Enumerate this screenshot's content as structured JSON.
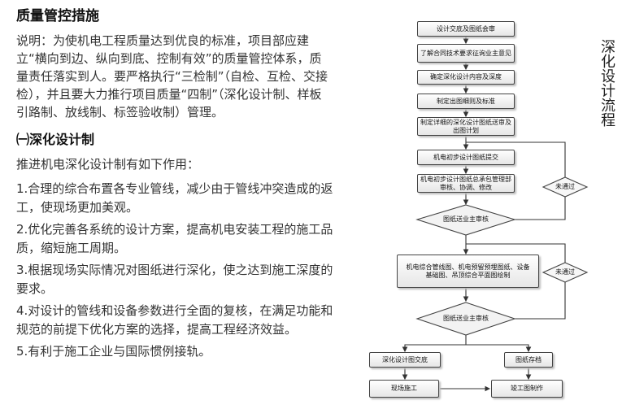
{
  "doc": {
    "title": "质量管控措施",
    "description": "说明：为使机电工程质量达到优良的标准，项目部应建立“横向到边、纵向到底、控制有效”的质量管控体系，质量责任落实到人。要严格执行“三检制”（自检、互检、交接检），并且要大力推行项目质量“四制”（深化设计制、样板引路制、放线制、标签验收制）管理。",
    "section_title": "㈠深化设计制",
    "intro": "推进机电深化设计制有如下作用：",
    "items": [
      "1.合理的综合布置各专业管线，减少由于管线冲突造成的返工，使现场更加美观。",
      "2.优化完善各系统的设计方案，提高机电安装工程的施工品质，缩短施工周期。",
      "3.根据现场实际情况对图纸进行深化，使之达到施工深度的要求。",
      "4.对设计的管线和设备参数进行全面的复核，在满足功能和规范的前提下优化方案的选择，提高工程经济效益。",
      "5.有利于施工企业与国际惯例接轨。"
    ]
  },
  "flowchart": {
    "vertical_title": "深化设计流程",
    "steps": [
      "设计交底及图纸会审",
      "了解合同技术要求征询业主意见",
      "确定深化设计内容及深度",
      "制定出图细则及标准",
      "制定详细的深化设计图纸送审及出图计划",
      "机电初步设计图纸提交",
      "机电初步设计图纸总承包管理部审核、协调、修改",
      "图纸送业主审核",
      "机电综合管线图、机电预留预埋图纸、设备基础图、吊顶综合平面图绘制",
      "图纸送业主审核",
      "深化设计图交底",
      "图纸存档",
      "现场施工",
      "竣工图制作"
    ],
    "fail_label_1": "未通过",
    "fail_label_2": "未通过"
  }
}
